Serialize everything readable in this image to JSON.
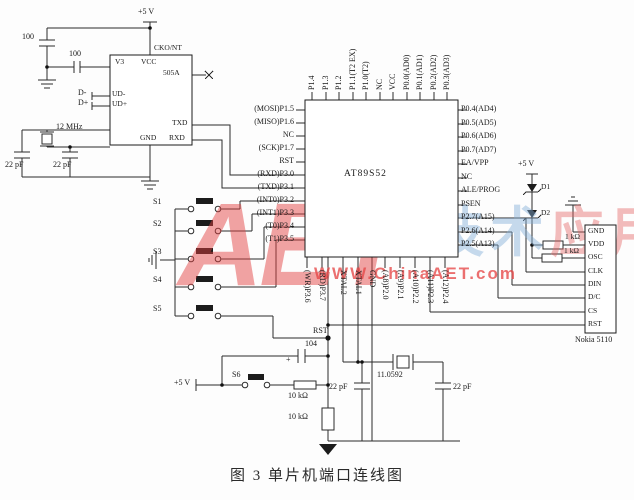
{
  "caption": "图 3  单片机端口连线图",
  "usb_chip": {
    "top_pin": "CKO/NT",
    "v3": "V3",
    "vcc": "VCC",
    "nc_pin": "505A",
    "txd": "TXD",
    "rxd": "RXD",
    "gnd": "GND",
    "ud_minus": "UD-",
    "ud_plus": "UD+",
    "d_minus": "D-",
    "d_plus": "D+",
    "c1": "100",
    "c2": "100",
    "crystal": "12 MHz",
    "c3": "22 pF",
    "c4": "22 pF",
    "vcc_rail": "+5 V"
  },
  "mcu": {
    "name": "AT89S52",
    "left_pins": [
      "(MOSI)P1.5",
      "(MISO)P1.6",
      "NC",
      "(SCK)P1.7",
      "RST",
      "(RXD)P3.0",
      "(TXD)P3.1",
      "(INT0)P3.2",
      "(INT1)P3.3",
      "(T0)P3.4",
      "(T1)P3.5"
    ],
    "top_pins": [
      "P1.4",
      "P1.3",
      "P1.2",
      "P1.1(T2 EX)",
      "P1.0(T2)",
      "NC",
      "VCC",
      "P0.0(AD0)",
      "P0.1(AD1)",
      "P0.2(AD2)",
      "P0.3(AD3)"
    ],
    "right_pins": [
      "P0.4(AD4)",
      "P0.5(AD5)",
      "P0.6(AD6)",
      "P0.7(AD7)",
      "EA/VPP",
      "NC",
      "ALE/PROG",
      "PSEN",
      "P2.7(A15)",
      "P2.6(A14)",
      "P2.5(A13)"
    ],
    "bottom_pins": [
      "(WR)P3.6",
      "(RD)P3.7",
      "XTAL2",
      "XTAL1",
      "GND",
      "(A8)P2.0",
      "(A9)P2.1",
      "(A10)P2.2",
      "(A11)P2.3",
      "(A12)P2.4"
    ]
  },
  "buttons": {
    "labels": [
      "S1",
      "S2",
      "S3",
      "S4",
      "S5"
    ],
    "s6": "S6"
  },
  "reset": {
    "node": "RST",
    "cap": "104",
    "plus": "+",
    "r_series": "10 kΩ",
    "r_pull": "10 kΩ",
    "vcc": "+5 V"
  },
  "osc": {
    "crystal": "11.0592",
    "c_left": "22 pF",
    "c_right": "22 pF"
  },
  "lcd": {
    "name": "Nokia 5110",
    "pins": [
      "GND",
      "VDD",
      "OSC",
      "CLK",
      "DIN",
      "D/C",
      "CS",
      "RST"
    ],
    "vcc": "+5 V",
    "d1": "D1",
    "d2": "D2",
    "r1": "1 kΩ",
    "r2": "1 kΩ"
  },
  "watermark": {
    "logo": "AET",
    "zh_blue": "电子技术",
    "zh_red": "应用",
    "url": "WWW.ChinaAET.com"
  }
}
